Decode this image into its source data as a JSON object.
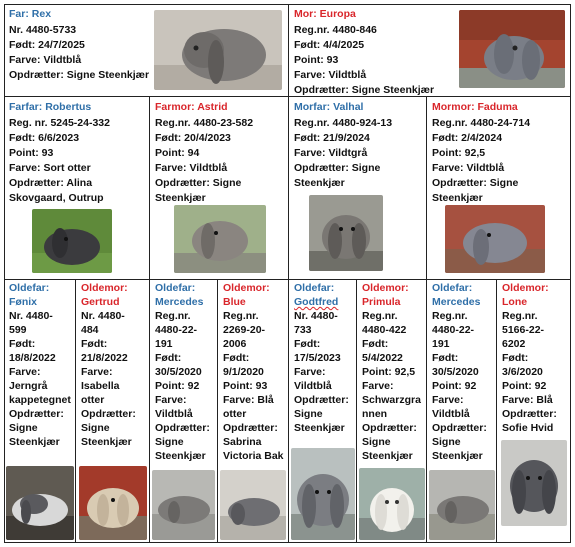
{
  "far": {
    "role": "Far:",
    "name": "Rex",
    "nr_label": "Nr.",
    "nr": "4480-5733",
    "born_label": "Født:",
    "born": "24/7/2025",
    "color_label": "Farve:",
    "color": "Vildtblå",
    "breeder_label": "Opdrætter:",
    "breeder": "Signe Steenkjær"
  },
  "mor": {
    "role": "Mor:",
    "name": "Europa",
    "nr_label": "Reg.nr.",
    "nr": "4480-846",
    "born_label": "Født:",
    "born": "4/4/2025",
    "points_label": "Point:",
    "points": "93",
    "color_label": "Farve:",
    "color": "Vildtblå",
    "breeder_label": "Opdrætter:",
    "breeder": "Signe Steenkjær"
  },
  "farfar": {
    "role": "Farfar:",
    "name": "Robertus",
    "nr_label": "Reg. nr.",
    "nr": "5245-24-332",
    "born_label": "Født:",
    "born": "6/6/2023",
    "points_label": "Point:",
    "points": "93",
    "color_label": "Farve:",
    "color": "Sort otter",
    "breeder_label": "Opdrætter:",
    "breeder": "Alina",
    "breeder2": "Skovgaard, Outrup"
  },
  "farmor": {
    "role": "Farmor:",
    "name": "Astrid",
    "nr_label": "Reg.nr.",
    "nr": "4480-23-582",
    "born_label": "Født:",
    "born": "20/4/2023",
    "points_label": "Point:",
    "points": "94",
    "color_label": "Farve:",
    "color": "Vildtblå",
    "breeder_label": "Opdrætter:",
    "breeder": "Signe",
    "breeder2": "Steenkjær"
  },
  "morfar": {
    "role": "Morfar:",
    "name": "Valhal",
    "nr_label": "Reg.nr.",
    "nr": "4480-924-13",
    "born_label": "Født:",
    "born": "21/9/2024",
    "color_label": "Farve:",
    "color": "Vildtgrå",
    "breeder_label": "Opdrætter:",
    "breeder": "Signe",
    "breeder2": "Steenkjær"
  },
  "mormor": {
    "role": "Mormor:",
    "name": "Faduma",
    "nr_label": "Reg.nr.",
    "nr": "4480-24-714",
    "born_label": "Født:",
    "born": "2/4/2024",
    "points_label": "Point:",
    "points": "92,5",
    "color_label": "Farve:",
    "color": "Vildtblå",
    "breeder_label": "Opdrætter:",
    "breeder": "Signe",
    "breeder2": "Steenkjær"
  },
  "g3": [
    {
      "role": "Oldefar:",
      "name": "Fønix",
      "lines": [
        "Nr. 4480-",
        "599",
        "Født:",
        "18/8/2022",
        "Farve:",
        "Jerngrå",
        "kappetegnet",
        "Opdrætter:",
        "Signe",
        "Steenkjær"
      ]
    },
    {
      "role": "Oldemor:",
      "name": "Gertrud",
      "lines": [
        "Nr. 4480-",
        "484",
        "Født:",
        "21/8/2022",
        "Farve:",
        "Isabella",
        "otter",
        "Opdrætter:",
        "Signe",
        "Steenkjær"
      ]
    },
    {
      "role": "Oldefar:",
      "name": "Mercedes",
      "lines": [
        "Reg.nr.",
        "4480-22-",
        "191",
        "Født:",
        "30/5/2020",
        "Point: 92",
        "Farve:",
        "Vildtblå",
        "Opdrætter:",
        "Signe",
        "Steenkjær"
      ]
    },
    {
      "role": "Oldemor:",
      "name": "Blue",
      "lines": [
        "Reg.nr.",
        "2269-20-",
        "2006",
        "Født:",
        "9/1/2020",
        "Point: 93",
        "Farve: Blå",
        "otter",
        "Opdrætter:",
        "Sabrina",
        "Victoria Bak"
      ]
    },
    {
      "role": "Oldefar:",
      "name": "Godtfred",
      "lines": [
        "Nr. 4480-",
        "733",
        "Født:",
        "17/5/2023",
        "Farve:",
        "Vildtblå",
        "Opdrætter:",
        "Signe",
        "Steenkjær"
      ]
    },
    {
      "role": "Oldemor:",
      "name": "Primula",
      "lines": [
        "Reg.nr.",
        "4480-422",
        "Født:",
        "5/4/2022",
        "Point: 92,5",
        "Farve:",
        "Schwarzgra",
        "nnen",
        "Opdrætter:",
        "Signe",
        "Steenkjær"
      ]
    },
    {
      "role": "Oldefar:",
      "name": "Mercedes",
      "lines": [
        "Reg.nr.",
        "4480-22-",
        "191",
        "Født:",
        "30/5/2020",
        "Point: 92",
        "Farve:",
        "Vildtblå",
        "Opdrætter:",
        "Signe",
        "Steenkjær"
      ]
    },
    {
      "role": "Oldemor:",
      "name": "Lone",
      "lines": [
        "Reg.nr.",
        "5166-22-",
        "6202",
        "Født:",
        "3/6/2020",
        "Point: 92",
        "Farve: Blå",
        "Opdrætter:",
        "Sofie Hvid"
      ]
    }
  ]
}
